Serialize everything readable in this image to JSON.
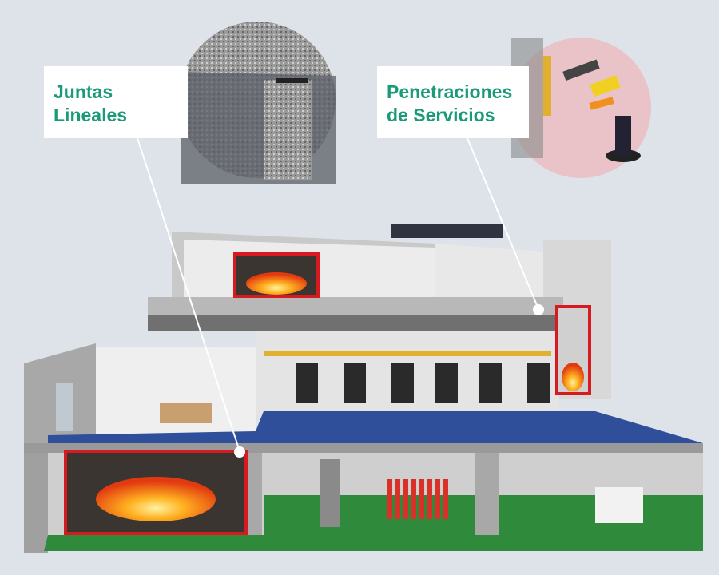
{
  "callouts": [
    {
      "line1": "Juntas",
      "line2": "Lineales"
    },
    {
      "line1": "Penetraciones",
      "line2": "de Servicios"
    }
  ],
  "colors": {
    "background": "#dde3e8",
    "label_text": "#1a9a78",
    "fire_outline": "#d71920",
    "floor_blue": "#2f4f9a",
    "floor_green": "#2f8a3c"
  }
}
